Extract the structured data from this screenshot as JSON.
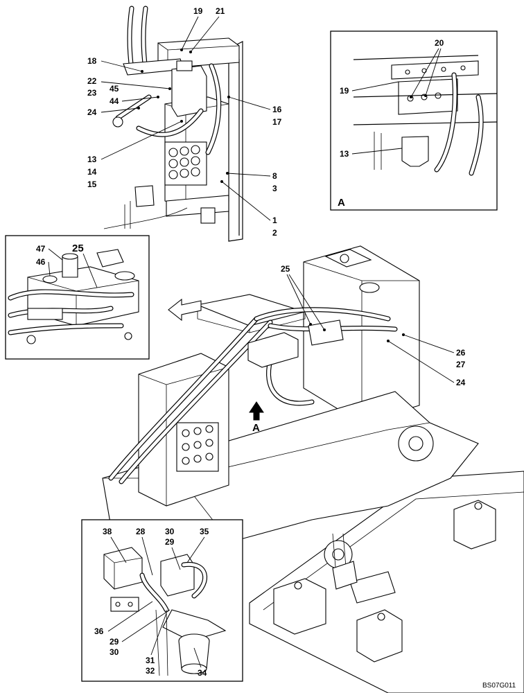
{
  "drawing": {
    "ref_code": "BS07G011",
    "view_arrow_label": "A"
  },
  "detail_a": {
    "label": "A",
    "callouts": [
      "20",
      "19",
      "13"
    ]
  },
  "top_view": {
    "callouts": [
      "19",
      "21",
      "18",
      "22",
      "45",
      "23",
      "44",
      "24",
      "16",
      "17",
      "13",
      "14",
      "15",
      "8",
      "3",
      "1",
      "2"
    ]
  },
  "inset_left": {
    "callouts": [
      "47",
      "25",
      "46"
    ]
  },
  "main_view": {
    "callouts": [
      "25",
      "26",
      "27",
      "24"
    ]
  },
  "inset_bottom": {
    "callouts": [
      "38",
      "28",
      "30",
      "29",
      "35",
      "36",
      "29",
      "30",
      "31",
      "32",
      "34"
    ]
  }
}
